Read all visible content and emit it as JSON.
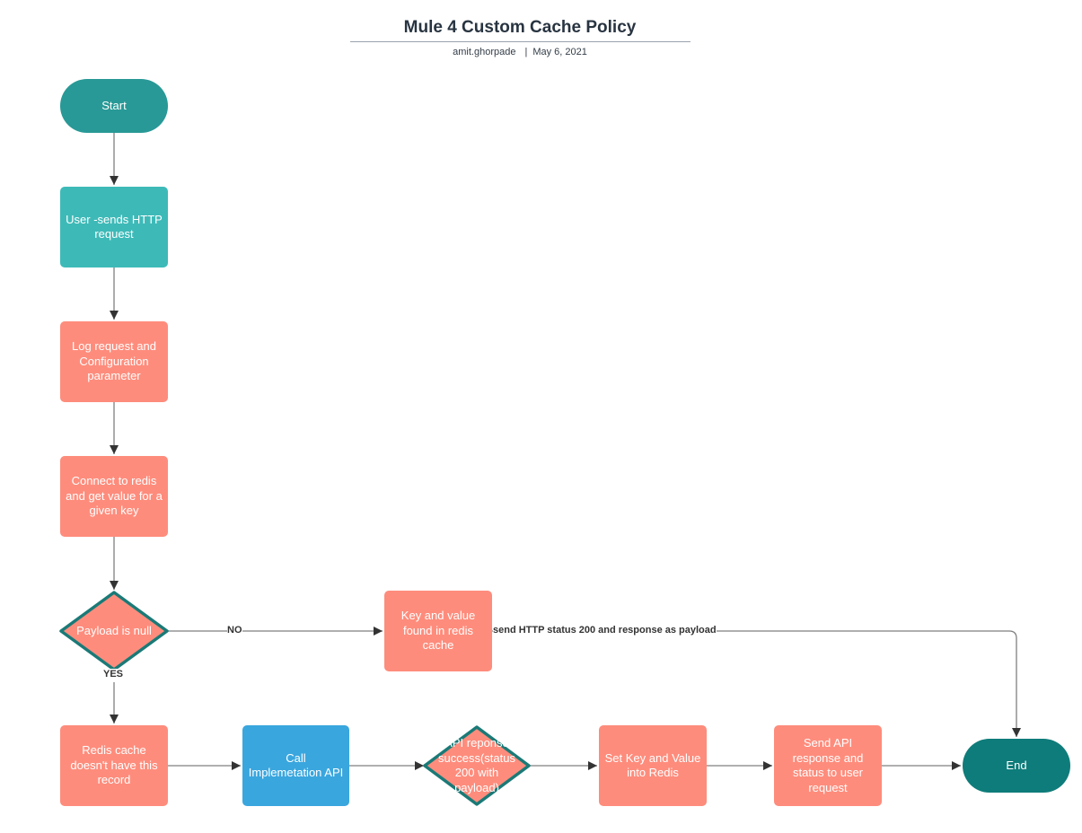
{
  "header": {
    "title": "Mule 4 Custom Cache Policy",
    "author": "amit.ghorpade",
    "separator": "|",
    "date": "May 6, 2021"
  },
  "nodes": {
    "start": "Start",
    "user_sends": "User -sends HTTP request",
    "log_request": "Log request and Configuration parameter",
    "connect_redis": "Connect to redis and get value for a given key",
    "payload_null": "Payload is null",
    "key_found": "Key and value found in redis cache",
    "cache_miss": "Redis cache doesn't have this record",
    "call_api": "Call Implemetation API",
    "api_success": "API reponse success(status 200 with payload)",
    "set_key": "Set Key and Value into Redis",
    "send_response": "Send API response and status to user request",
    "end": "End"
  },
  "edge_labels": {
    "no": "NO",
    "yes": "YES",
    "send_http": "send HTTP status 200 and response as payload"
  },
  "colors": {
    "start": "#289996",
    "end": "#0e7c7a",
    "input": "#3dbab8",
    "process": "#fe8c7c",
    "api": "#3aa6de",
    "decision_border": "#1a7a77",
    "connector": "#7f7f7f",
    "arrowhead": "#333333"
  }
}
